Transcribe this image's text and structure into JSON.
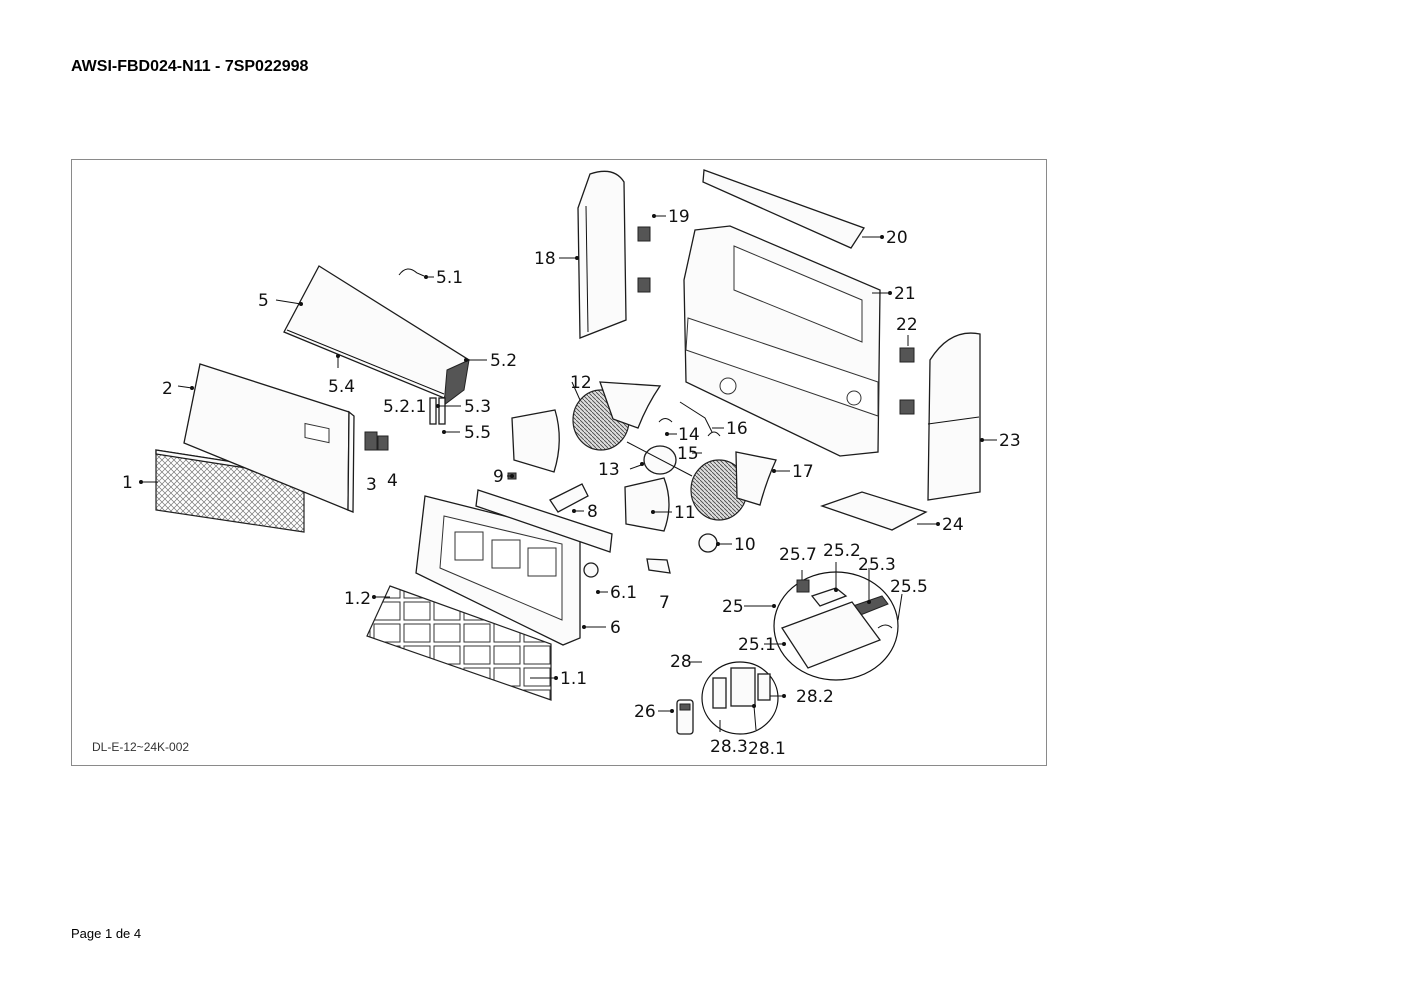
{
  "header": {
    "title": "AWSI-FBD024-N11 - 7SP022998"
  },
  "diagram": {
    "drawing_code": "DL-E-12~24K-002",
    "callouts": {
      "p1": "1",
      "p1_1": "1.1",
      "p1_2": "1.2",
      "p2": "2",
      "p3": "3",
      "p4": "4",
      "p5": "5",
      "p5_1": "5.1",
      "p5_2": "5.2",
      "p5_2_1": "5.2.1",
      "p5_3": "5.3",
      "p5_4": "5.4",
      "p5_5": "5.5",
      "p6": "6",
      "p6_1": "6.1",
      "p7": "7",
      "p8": "8",
      "p9": "9",
      "p10": "10",
      "p11": "11",
      "p12": "12",
      "p13": "13",
      "p14": "14",
      "p15": "15",
      "p16": "16",
      "p17": "17",
      "p18": "18",
      "p19": "19",
      "p20": "20",
      "p21": "21",
      "p22": "22",
      "p23": "23",
      "p24": "24",
      "p25": "25",
      "p25_1": "25.1",
      "p25_2": "25.2",
      "p25_3": "25.3",
      "p25_5": "25.5",
      "p25_7": "25.7",
      "p26": "26",
      "p28": "28",
      "p28_1": "28.1",
      "p28_2": "28.2",
      "p28_3": "28.3"
    }
  },
  "footer": {
    "page": "Page 1 de 4"
  }
}
